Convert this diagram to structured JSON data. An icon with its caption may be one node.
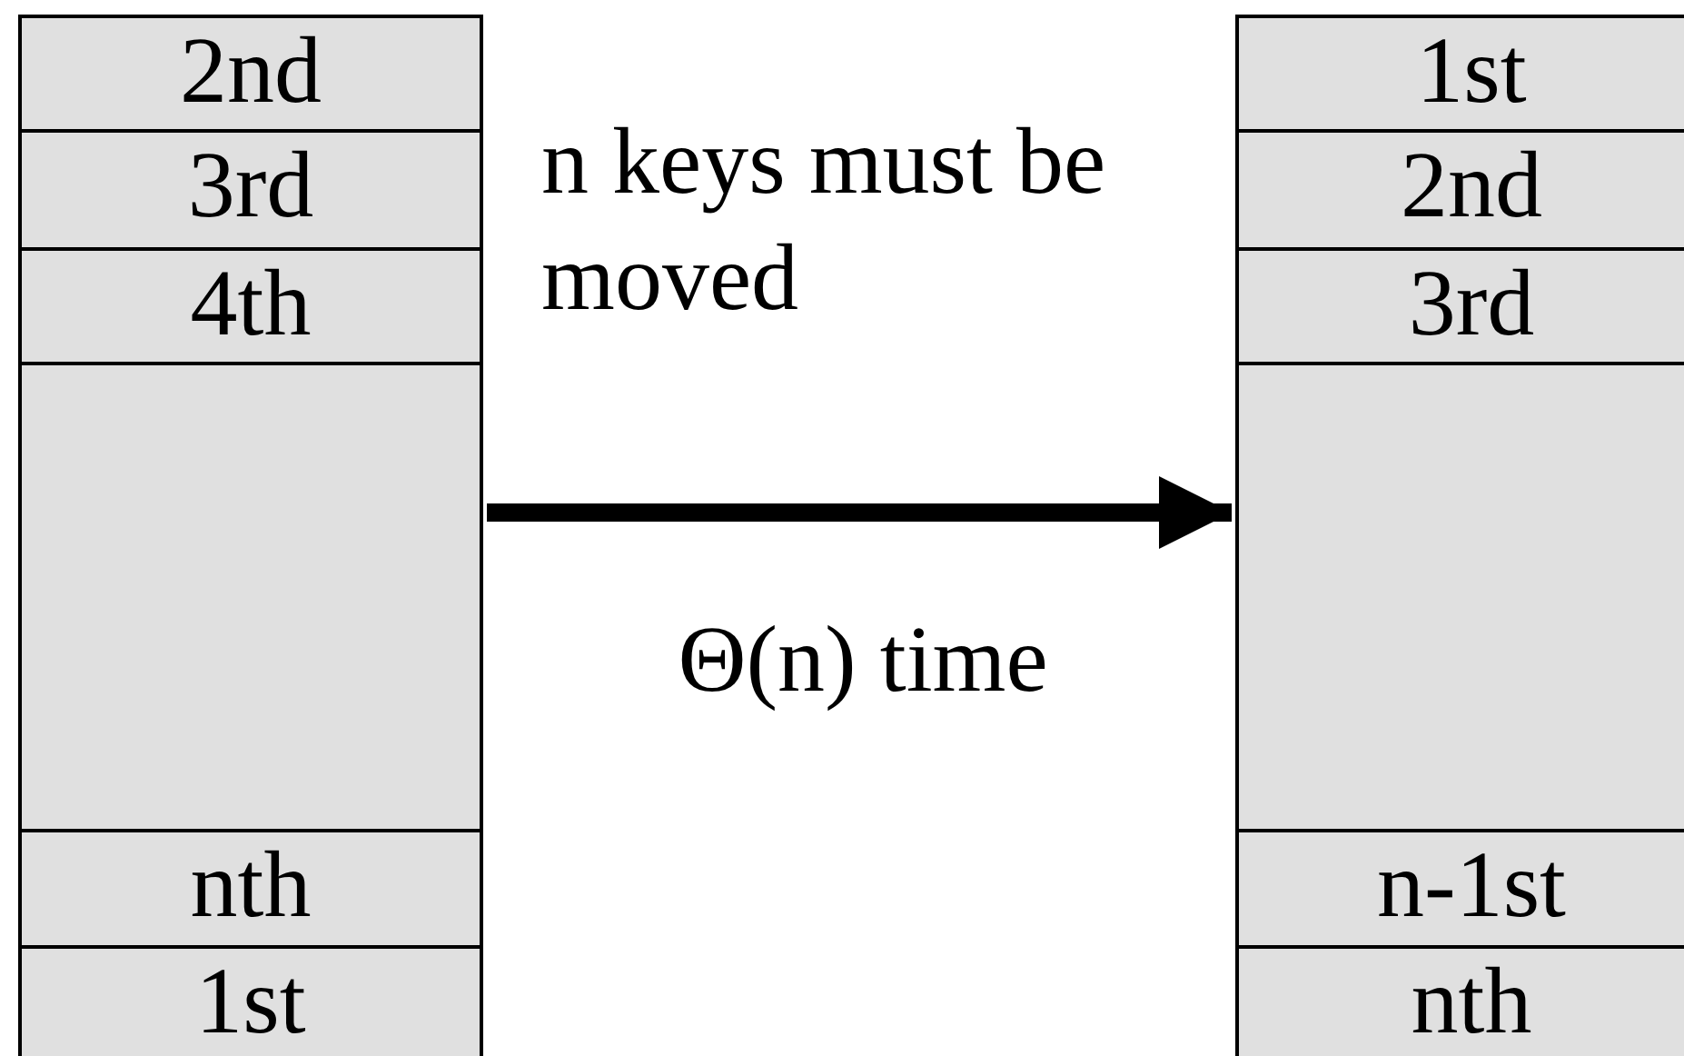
{
  "diagram": {
    "nodes": [
      {
        "text": [],
        "shape": "box"
      },
      {
        "text": [
          "2nd"
        ],
        "in": 0
      },
      {
        "text": [
          "3rd"
        ],
        "in": 0
      },
      {
        "text": [
          "4th"
        ],
        "in": 0
      },
      {
        "text": [],
        "shape": "box",
        "in": 0
      },
      {
        "text": [
          "nth"
        ],
        "in": 0
      },
      {
        "text": [
          "1st"
        ],
        "in": 0
      },
      {
        "text": [],
        "shape": "box"
      },
      {
        "text": [
          "1st"
        ],
        "in": 7
      },
      {
        "text": [
          "2nd"
        ],
        "in": 7
      },
      {
        "text": [
          "3rd"
        ],
        "in": 7
      },
      {
        "text": [],
        "shape": "box",
        "in": 7
      },
      {
        "text": [
          "n-1st"
        ],
        "in": 7
      },
      {
        "text": [
          "nth"
        ],
        "in": 7
      }
    ],
    "edges": [
      {
        "from": 0,
        "to": 7,
        "arrow": "to"
      }
    ],
    "labels": [
      "n keys must be moved",
      "Θ(n) time"
    ]
  }
}
